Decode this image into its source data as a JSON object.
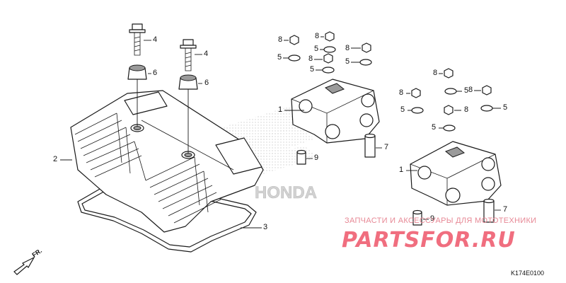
{
  "callouts": [
    {
      "text": "4"
    },
    {
      "text": "4"
    },
    {
      "text": "6"
    },
    {
      "text": "6"
    },
    {
      "text": "2"
    },
    {
      "text": "3"
    },
    {
      "text": "8"
    },
    {
      "text": "8"
    },
    {
      "text": "8"
    },
    {
      "text": "8"
    },
    {
      "text": "5"
    },
    {
      "text": "5"
    },
    {
      "text": "5"
    },
    {
      "text": "5"
    },
    {
      "text": "1"
    },
    {
      "text": "9"
    },
    {
      "text": "7"
    },
    {
      "text": "8"
    },
    {
      "text": "8"
    },
    {
      "text": "8"
    },
    {
      "text": "8"
    },
    {
      "text": "5"
    },
    {
      "text": "5"
    },
    {
      "text": "5"
    },
    {
      "text": "5"
    },
    {
      "text": "1"
    },
    {
      "text": "9"
    },
    {
      "text": "7"
    }
  ],
  "watermark": {
    "text": "ЗАПЧАСТИ И АКСЕССУАРЫ ДЛЯ МОТОТЕХНИКИ",
    "logo": "PARTSFOR.RU",
    "color": "#ef5f72"
  },
  "brand_watermark": "HONDA",
  "direction_label": "FR.",
  "diagram_code": "K174E0100"
}
